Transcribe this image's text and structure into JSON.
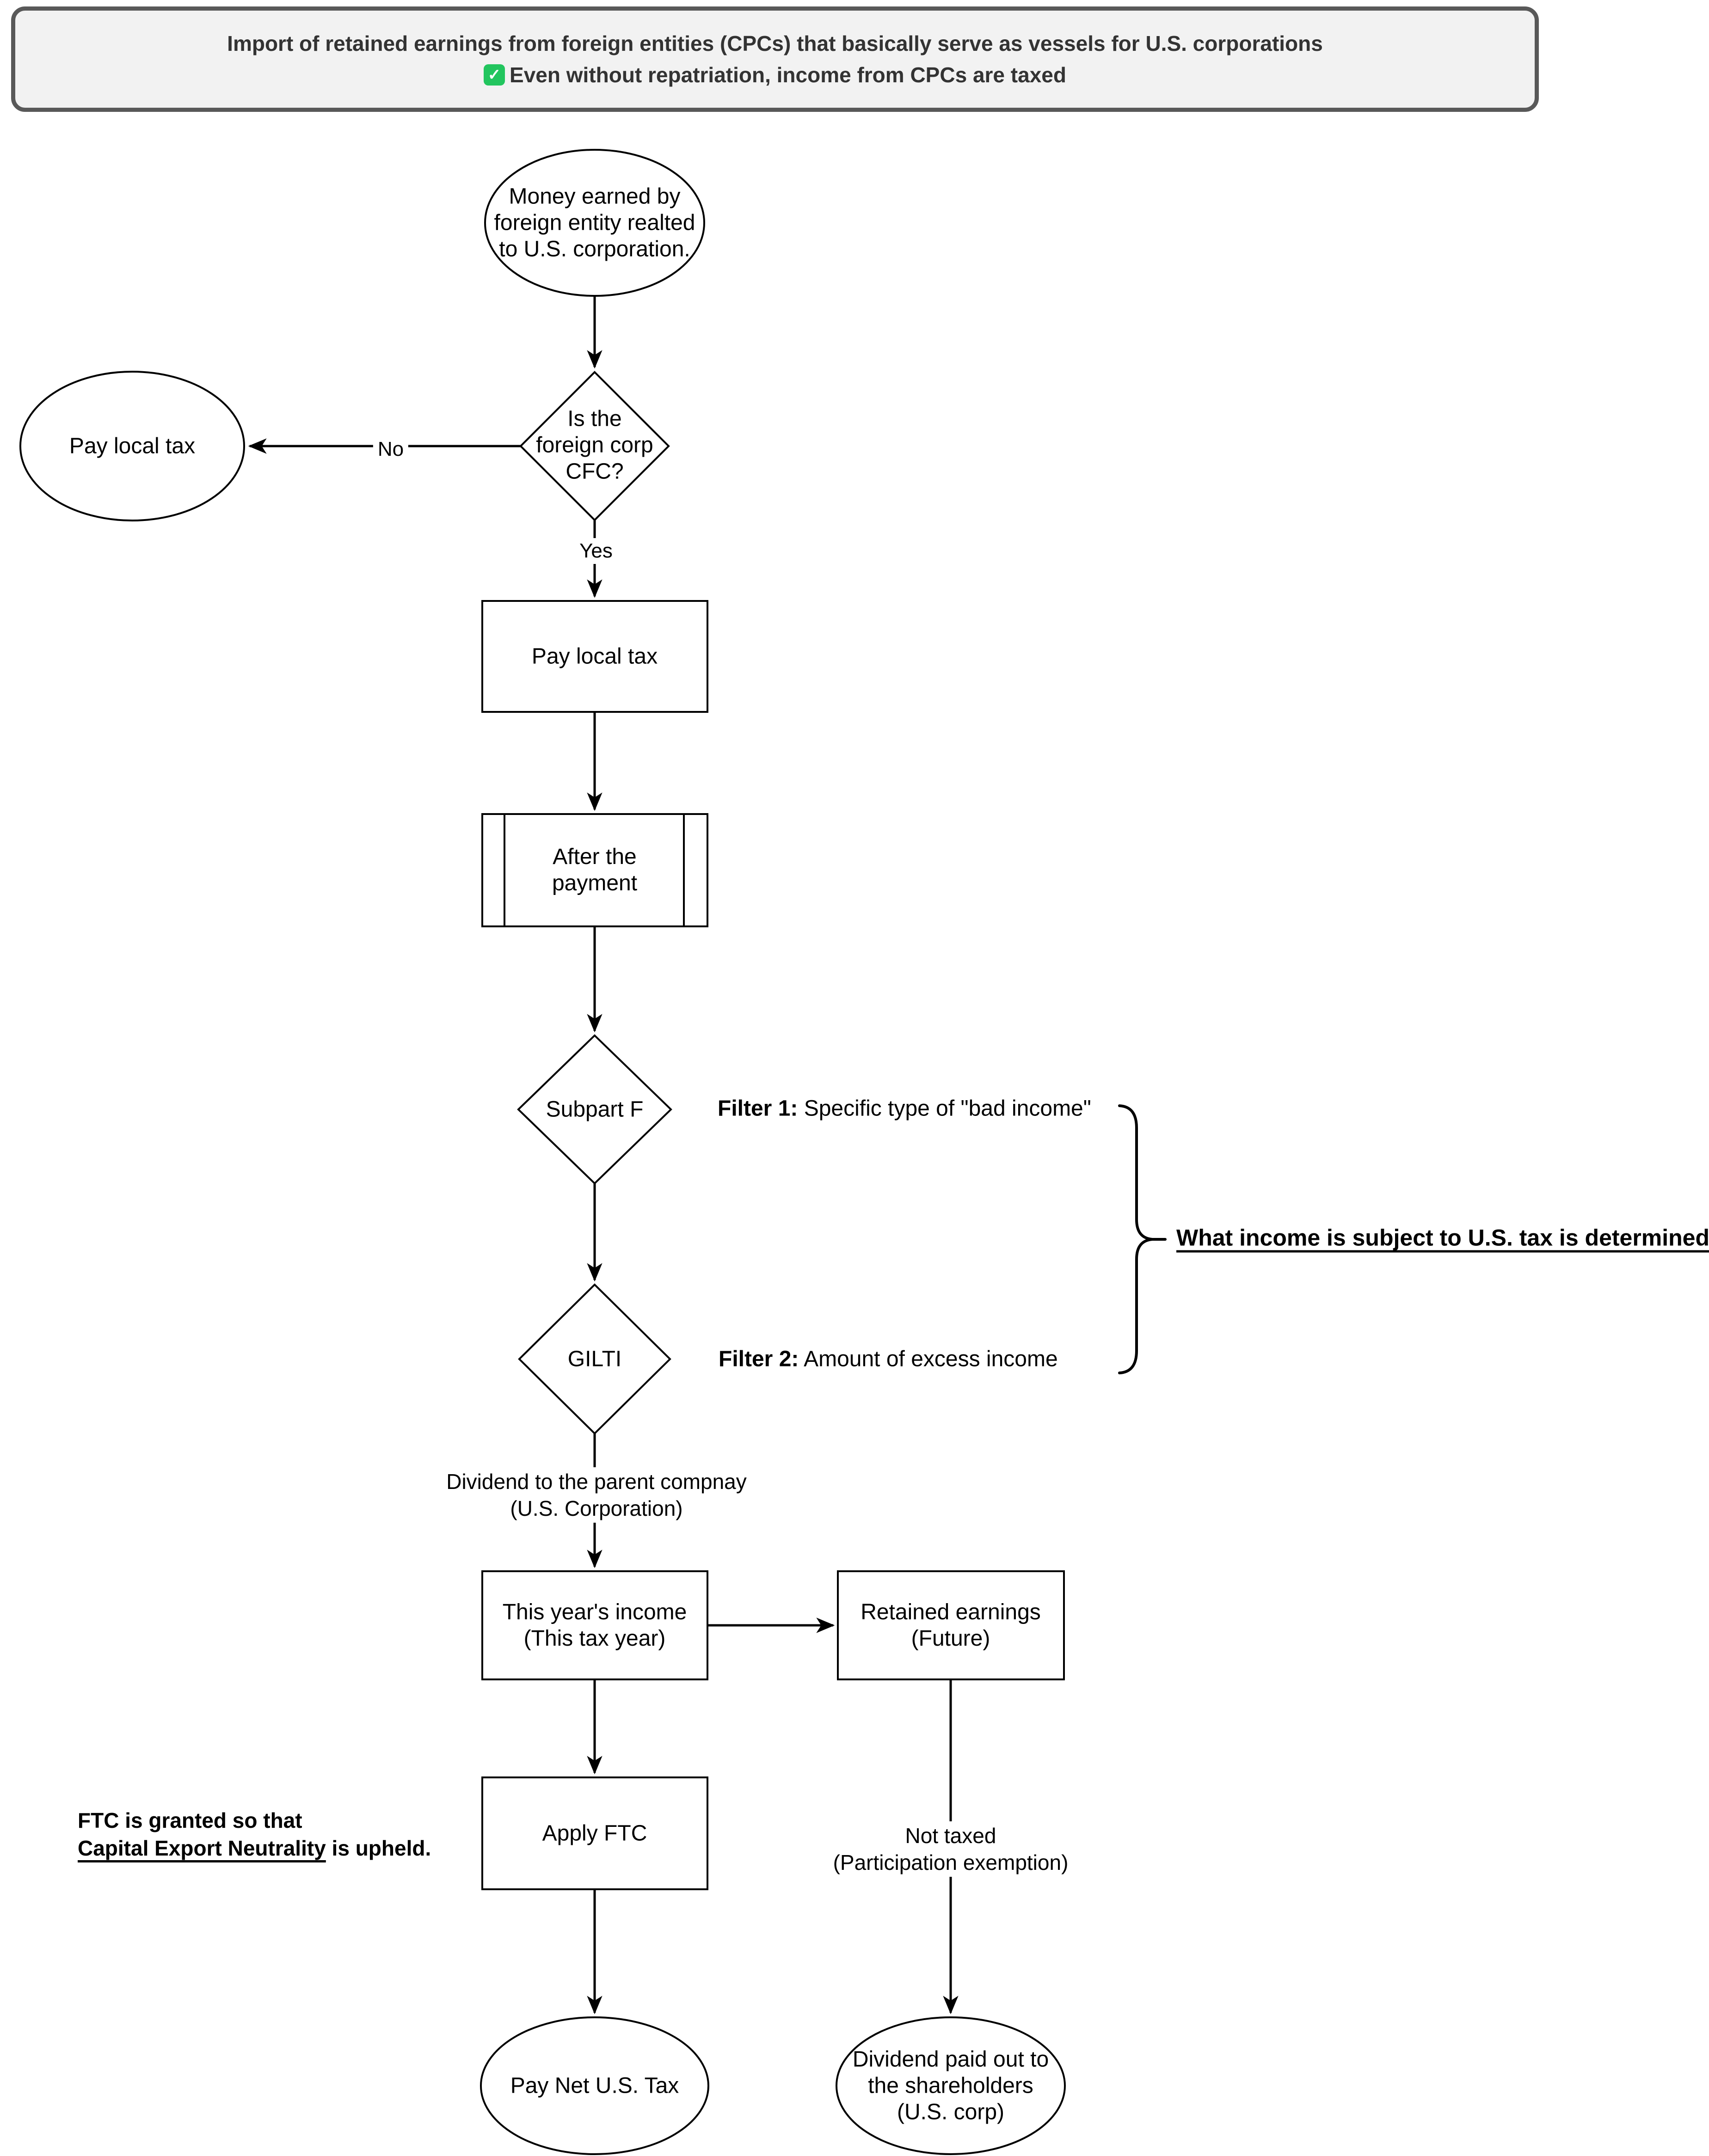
{
  "header": {
    "line1": "Import of retained earnings from foreign entities (CPCs) that basically serve as vessels for U.S. corporations",
    "check_glyph": "✓",
    "line2": "Even without repatriation, income from CPCs are taxed"
  },
  "nodes": {
    "start": {
      "label": "Money earned by\nforeign entity realted\nto U.S. corporation."
    },
    "cfc_decision": {
      "label": "Is the\nforeign corp\nCFC?"
    },
    "pay_local_tax_terminal": {
      "label": "Pay local tax"
    },
    "pay_local_tax_process": {
      "label": "Pay local tax"
    },
    "after_payment": {
      "label": "After the\npayment"
    },
    "subpart_f": {
      "label": "Subpart F"
    },
    "gilti": {
      "label": "GILTI"
    },
    "this_year_income": {
      "label": "This year's income\n(This tax year)"
    },
    "retained_earnings": {
      "label": "Retained earnings\n(Future)"
    },
    "apply_ftc": {
      "label": "Apply FTC"
    },
    "pay_net_us_tax": {
      "label": "Pay Net U.S. Tax"
    },
    "dividend_paid_out": {
      "label": "Dividend paid out to\nthe shareholders\n(U.S. corp)"
    }
  },
  "edges": {
    "no_label": "No",
    "yes_label": "Yes",
    "dividend_to_parent_label": "Dividend to the parent compnay\n(U.S. Corporation)",
    "not_taxed_label": "Not taxed\n(Participation exemption)"
  },
  "annotations": {
    "filter1_bold": "Filter 1:",
    "filter1_rest": " Specific type of \"bad income\"",
    "filter2_bold": "Filter 2:",
    "filter2_rest": " Amount of excess income",
    "brace_note": "What income is subject to U.S. tax is determined",
    "ftc_line1": "FTC is granted so that",
    "ftc_underlined": "Capital Export Neutrality",
    "ftc_line2_rest": " is upheld."
  },
  "colors": {
    "shape_stroke": "#000000",
    "shape_fill": "#ffffff",
    "header_fill": "#f2f2f2",
    "header_border": "#595959",
    "header_text": "#333333",
    "check_green": "#22c55e"
  }
}
